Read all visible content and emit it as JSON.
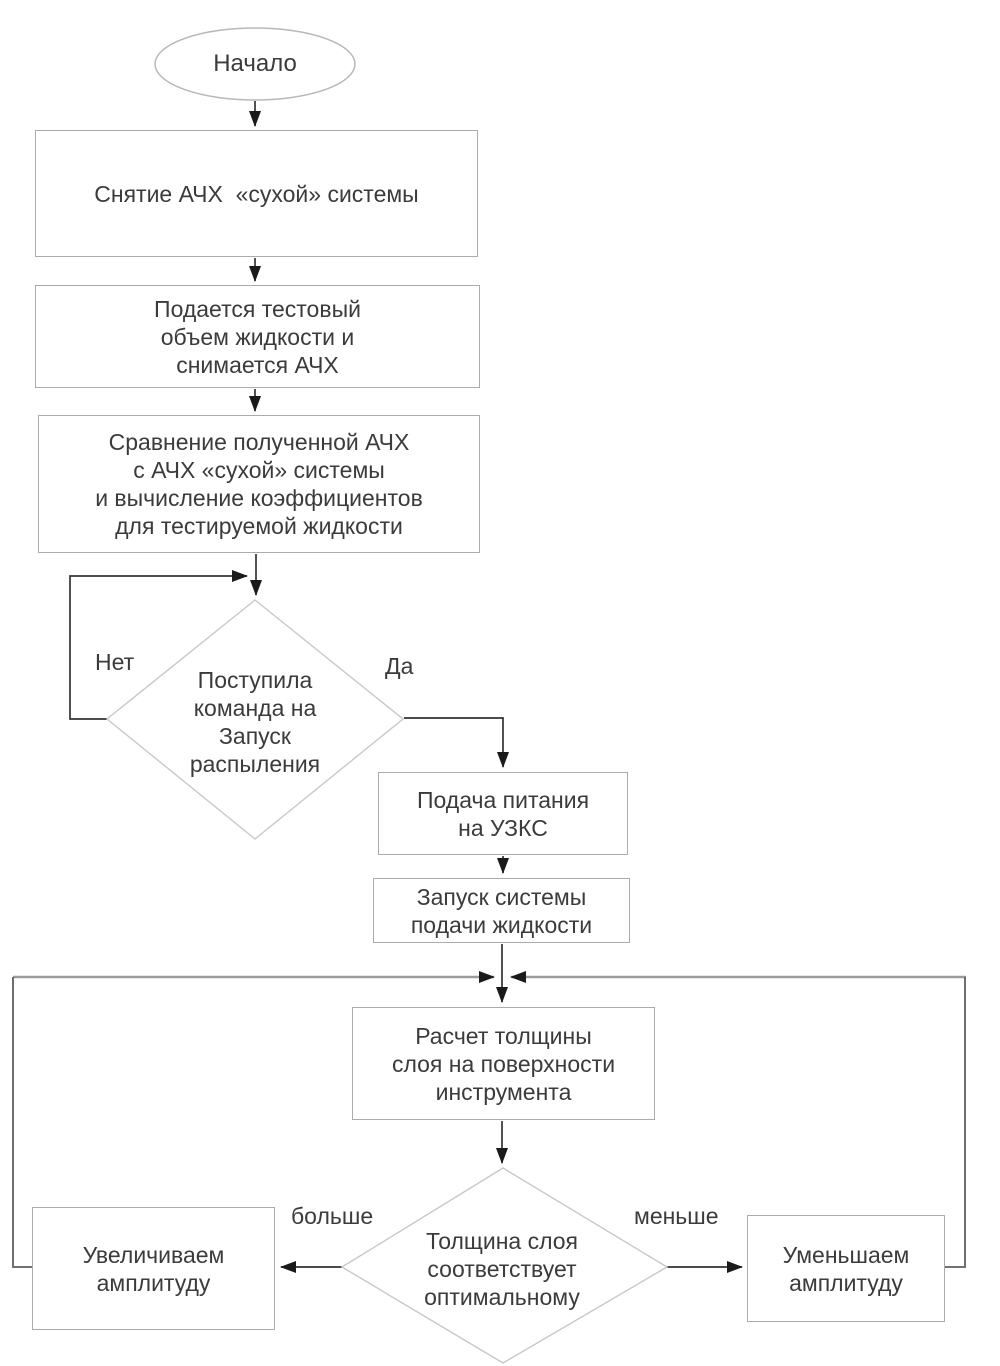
{
  "colors": {
    "background": "#ffffff",
    "box_border": "#ababab",
    "diamond_border": "#c8c8c8",
    "oval_border": "#b8b8b8",
    "connector": "#333333",
    "feedback_line": "#9a9a9a",
    "arrowhead": "#1a1a1a",
    "text": "#3b3b3b"
  },
  "nodes": {
    "start": {
      "label": "Начало"
    },
    "p1": {
      "text": "Снятие АЧХ  «сухой» системы"
    },
    "p2": {
      "text": "Подается тестовый\nобъем жидкости и\nснимается АЧХ"
    },
    "p3": {
      "text": "Сравнение полученной АЧХ\nс АЧХ «сухой» системы\nи вычисление коэффициентов\nдля тестируемой жидкости"
    },
    "d1": {
      "text": "Поступила\nкоманда на\nЗапуск\nраспыления"
    },
    "p4": {
      "text": "Подача питания\nна УЗКС"
    },
    "p5": {
      "text": "Запуск системы\nподачи жидкости"
    },
    "p6": {
      "text": "Расчет толщины\nслоя на поверхности\nинструмента"
    },
    "d2": {
      "text": "Толщина слоя\nсоответствует\nоптимальному"
    },
    "p7": {
      "text": "Увеличиваем\nамплитуду"
    },
    "p8": {
      "text": "Уменьшаем\nамплитуду"
    }
  },
  "edge_labels": {
    "no": "Нет",
    "yes": "Да",
    "more": "больше",
    "less": "меньше"
  }
}
